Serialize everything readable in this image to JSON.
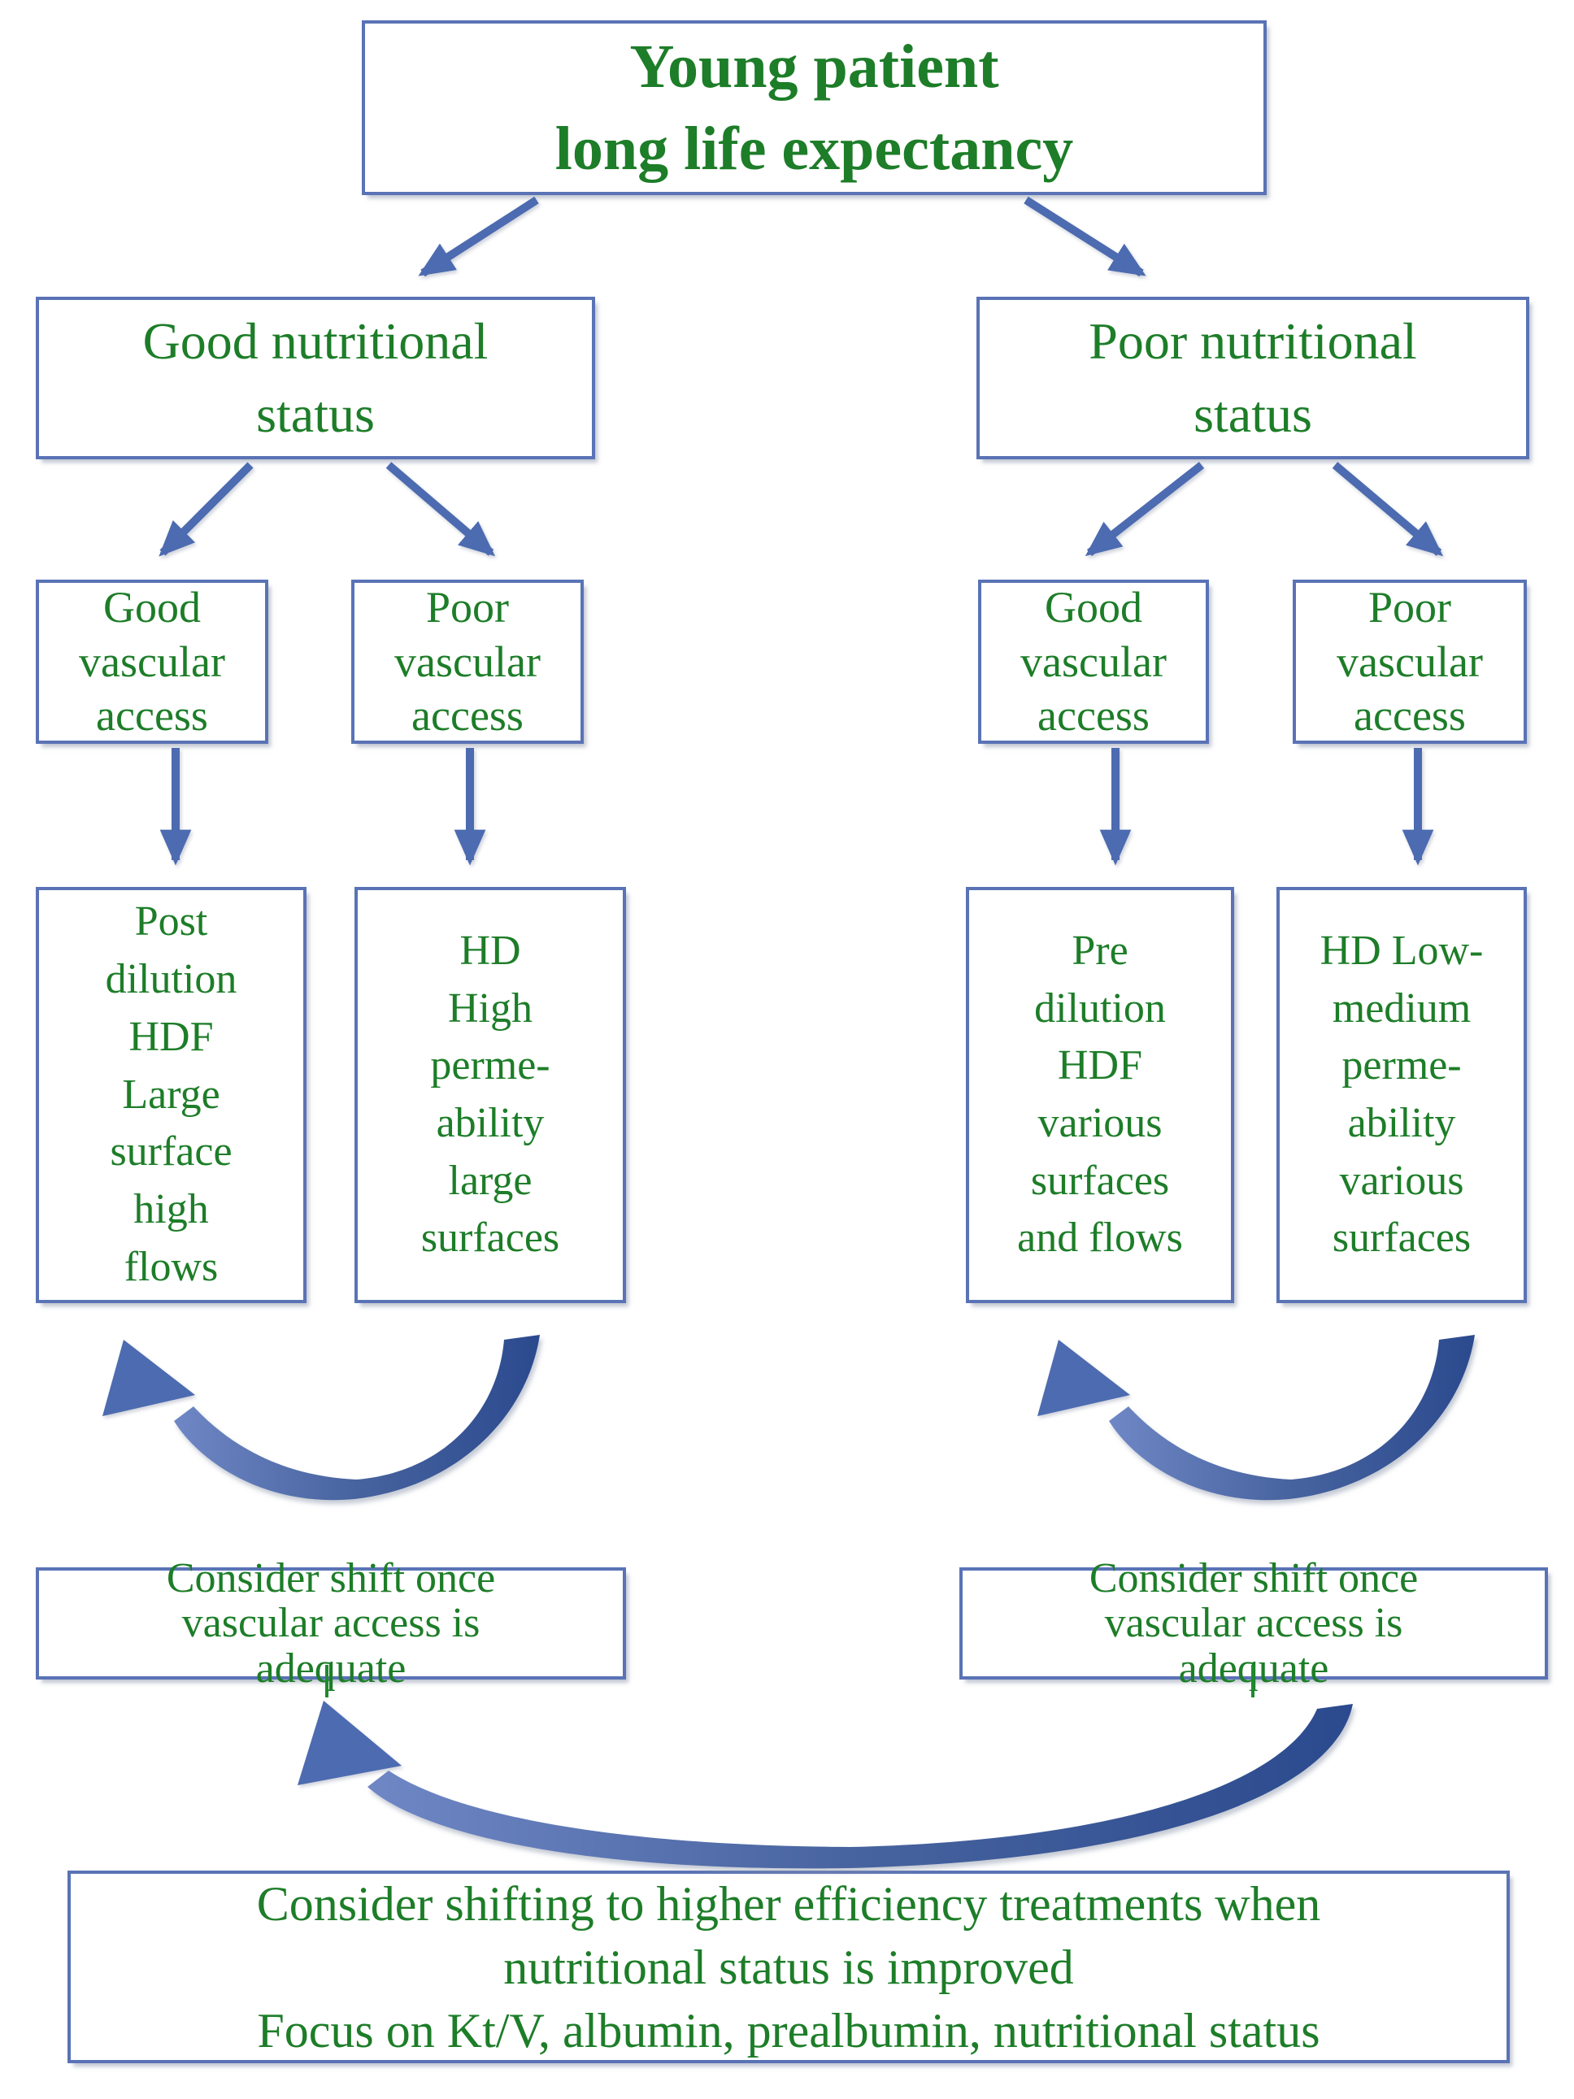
{
  "colors": {
    "box_border": "#5a73b6",
    "text_green": "#1d7d28",
    "arrow_blue": "#4c6bb0",
    "arc_dark": "#2b4a8e",
    "line_green": "#1f8a2e"
  },
  "root": {
    "lines": [
      "Young patient",
      "long life expectancy"
    ]
  },
  "nutrition": [
    {
      "lines": [
        "Good nutritional",
        "status"
      ]
    },
    {
      "lines": [
        "Poor nutritional",
        "status"
      ]
    }
  ],
  "vascular": [
    {
      "lines": [
        "Good",
        "vascular",
        "access"
      ]
    },
    {
      "lines": [
        "Poor",
        "vascular",
        "access"
      ]
    },
    {
      "lines": [
        "Good",
        "vascular",
        "access"
      ]
    },
    {
      "lines": [
        "Poor",
        "vascular",
        "access"
      ]
    }
  ],
  "treatments": [
    {
      "lines": [
        "Post",
        "dilution",
        "HDF",
        "Large",
        "surface",
        "high",
        "flows"
      ]
    },
    {
      "lines": [
        "HD",
        "High",
        "perme-",
        "ability",
        "large",
        "surfaces"
      ]
    },
    {
      "lines": [
        "Pre",
        "dilution",
        "HDF",
        "various",
        "surfaces",
        "and flows"
      ]
    },
    {
      "lines": [
        "HD Low-",
        "medium",
        "perme-",
        "ability",
        "various",
        "surfaces"
      ]
    }
  ],
  "consider_shift": [
    {
      "lines": [
        "Consider shift once",
        "vascular access is",
        "adequate"
      ]
    },
    {
      "lines": [
        "Consider shift once",
        "vascular access is",
        "adequate"
      ]
    }
  ],
  "footer": {
    "lines": [
      "Consider shifting to higher efficiency treatments when",
      "nutritional status is improved",
      "Focus on Kt/V, albumin, prealbumin, nutritional status"
    ]
  }
}
